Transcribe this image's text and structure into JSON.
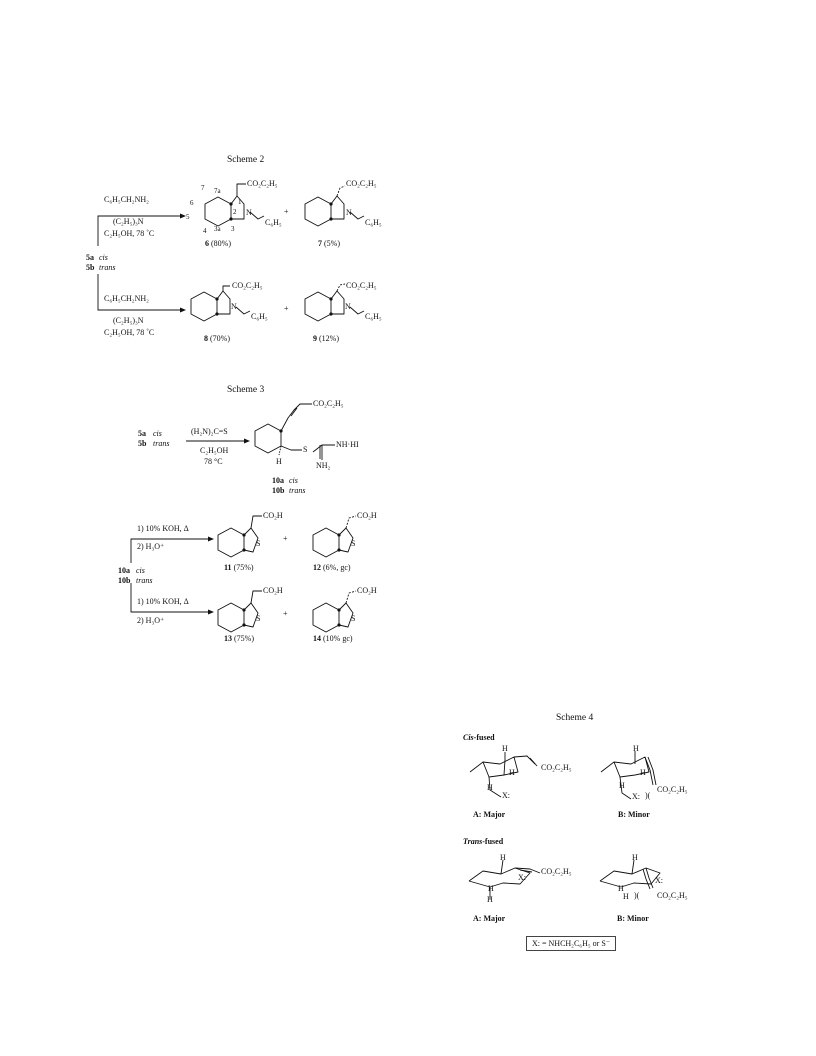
{
  "scheme2": {
    "title": "Scheme 2",
    "start": {
      "a": "5a",
      "a_conf": "cis",
      "b": "5b",
      "b_conf": "trans"
    },
    "conditions_top": [
      "C₆H₅CH₂NH₂",
      "(C₂H₅)₃N",
      "C₂H₅OH, 78 ˚C"
    ],
    "conditions_bottom": [
      "C₆H₅CH₂NH₂",
      "(C₂H₅)₃N",
      "C₂H₅OH, 78 ˚C"
    ],
    "ester": "CO₂C₂H₅",
    "phenyl": "C₆H₅",
    "nitrogen": "N",
    "plus": "+",
    "numbering": [
      "7",
      "7a",
      "6",
      "1",
      "2",
      "5",
      "3a",
      "3",
      "4"
    ],
    "products": [
      {
        "num": "6",
        "yield": "(80%)"
      },
      {
        "num": "7",
        "yield": "(5%)"
      },
      {
        "num": "8",
        "yield": "(70%)"
      },
      {
        "num": "9",
        "yield": "(12%)"
      }
    ]
  },
  "scheme3": {
    "title": "Scheme 3",
    "start": {
      "a": "5a",
      "a_conf": "cis",
      "b": "5b",
      "b_conf": "trans"
    },
    "conditions": [
      "(H₂N)₂C=S",
      "C₂H₅OH",
      "78 °C"
    ],
    "ester": "CO₂C₂H₅",
    "isothiouronium": {
      "s": "S",
      "nh": "NH·HI",
      "nh2": "NH₂",
      "h": "H"
    },
    "intermediate": {
      "a": "10a",
      "a_conf": "cis",
      "b": "10b",
      "b_conf": "trans"
    },
    "conditions_top": [
      "1) 10% KOH, Δ",
      "2) H₃O⁺"
    ],
    "conditions_bottom": [
      "1) 10% KOH, Δ",
      "2) H₃O⁺"
    ],
    "acid": "CO₂H",
    "sulfur": "S",
    "plus": "+",
    "products": [
      {
        "num": "11",
        "yield": "(75%)"
      },
      {
        "num": "12",
        "yield": "(6%, gc)"
      },
      {
        "num": "13",
        "yield": "(75%)"
      },
      {
        "num": "14",
        "yield": "(10% gc)"
      }
    ]
  },
  "scheme4": {
    "title": "Scheme 4",
    "cis_label_italic": "Cis",
    "cis_label_rest": "-fused",
    "trans_label_italic": "Trans",
    "trans_label_rest": "-fused",
    "ester": "CO₂C₂H₅",
    "x_label": "X:",
    "h": "H",
    "clash": ")(",
    "major": "A:  Major",
    "minor": "B:  Minor",
    "legend": "X: = NHCH₂C₆H₅ or S⁻"
  }
}
